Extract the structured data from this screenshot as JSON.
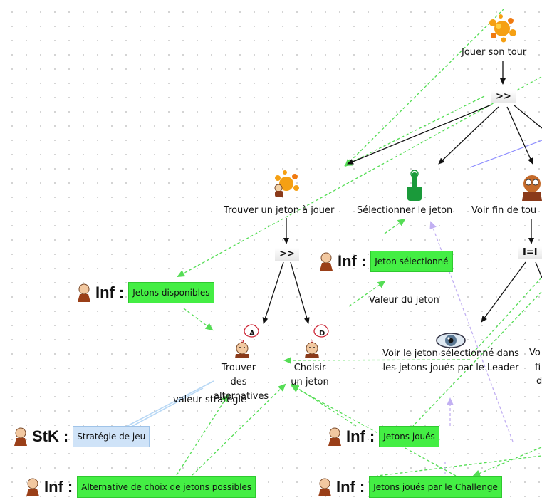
{
  "tasks": {
    "jouer_son_tour": "Jouer son tour",
    "trouver_jeton": "Trouver un jeton à jouer",
    "selectionner_jeton": "Sélectionner le jeton",
    "voir_fin_tour": "Voir fin de tou",
    "trouver_alternatives": "Trouver des alternatives",
    "choisir_jeton": "Choisir un jeton",
    "voir_jeton_selectionne": "Voir le jeton sélectionné dans les jetons joués par le Leader",
    "partial_right_1": "Vo",
    "partial_right_2": "fi",
    "partial_right_3": "d"
  },
  "operators": {
    "seq_top": ">>",
    "seq_mid": ">>",
    "interleave": "I=I"
  },
  "edge_labels": {
    "valeur_jeton": "Valeur du jeton",
    "valeur_strategie": "valeur stratégie"
  },
  "info_objects": [
    {
      "kind": "Inf",
      "sep": ":",
      "label": "Jetons disponibles",
      "type": "inf"
    },
    {
      "kind": "Inf",
      "sep": ":",
      "label": "Jeton sélectionné",
      "type": "inf"
    },
    {
      "kind": "StK",
      "sep": ":",
      "label": "Stratégie de jeu",
      "type": "stk"
    },
    {
      "kind": "Inf",
      "sep": ":",
      "label": "Jetons joués",
      "type": "inf"
    },
    {
      "kind": "Inf",
      "sep": ":",
      "label": "Alternative de choix de jetons possibles",
      "type": "inf"
    },
    {
      "kind": "Inf",
      "sep": ":",
      "label": "Jetons joués par le Challenge",
      "type": "inf"
    }
  ],
  "badges": {
    "analyse": "A",
    "decision": "D"
  },
  "icons": {
    "abstract_task": "splat-icon",
    "interactive_task": "finger-tap-icon",
    "user_task": "thinking-user-icon",
    "perceptive_task": "eye-icon",
    "info_avatar": "monk-user-icon"
  },
  "colors": {
    "info_green": "#44ee44",
    "stk_blue": "#cfe3f8",
    "flow_green": "#55dd55",
    "flow_purple": "#b9a6ee",
    "flow_blue": "#8a8aff",
    "hierarchy": "#111111"
  }
}
